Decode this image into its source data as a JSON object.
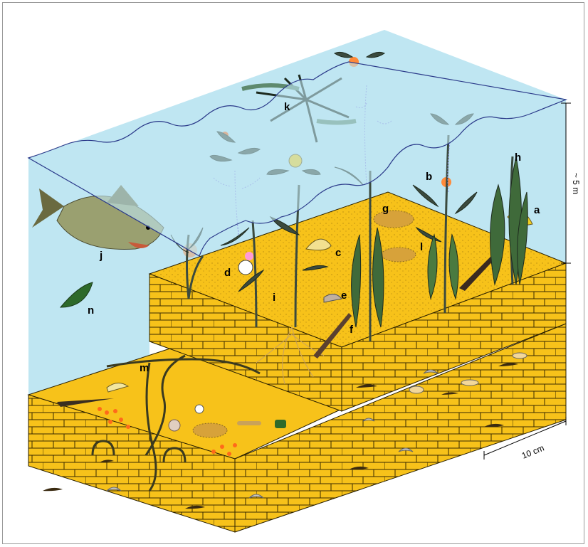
{
  "labels": {
    "a": "a",
    "b": "b",
    "c": "c",
    "d": "d",
    "e": "e",
    "f": "f",
    "g": "g",
    "h": "h",
    "i": "i",
    "j": "j",
    "k": "k",
    "l": "l",
    "m": "m",
    "n": "n"
  },
  "scale": {
    "depth": "~ 5 m",
    "length": "10 cm"
  },
  "colors": {
    "water": "#bfe6f2",
    "sediment": "#f7c21a",
    "sediment_dark": "#e6a90c",
    "plant": "#3f4a3a",
    "plant_light": "#5f8a4a",
    "water_line": "#2b3a8a"
  }
}
